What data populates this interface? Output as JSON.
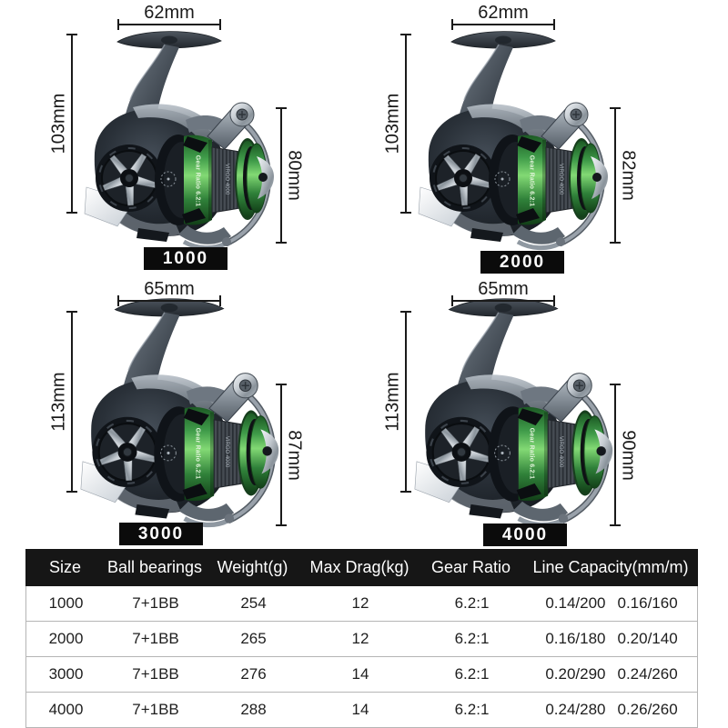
{
  "panels": [
    {
      "size": "1000",
      "foot_width": "62mm",
      "body_height": "103mm",
      "spool_height": "80mm"
    },
    {
      "size": "2000",
      "foot_width": "62mm",
      "body_height": "103mm",
      "spool_height": "82mm"
    },
    {
      "size": "3000",
      "foot_width": "65mm",
      "body_height": "113mm",
      "spool_height": "87mm"
    },
    {
      "size": "4000",
      "foot_width": "65mm",
      "body_height": "113mm",
      "spool_height": "90mm"
    }
  ],
  "reel": {
    "spool_text_primary": "Gear Ratio 6.2:1",
    "spool_text_secondary": "VIRGO 4000",
    "spool_color": "#3f9b49",
    "body_color": "#262c33",
    "frame_silver": "#aab2b9",
    "dimension_line_color": "#1a1a1a"
  },
  "table": {
    "columns": [
      "Size",
      "Ball bearings",
      "Weight(g)",
      "Max Drag(kg)",
      "Gear Ratio",
      "Line Capacity(mm/m)"
    ],
    "rows": [
      {
        "size": "1000",
        "bearings": "7+1BB",
        "weight": "254",
        "drag": "12",
        "ratio": "6.2:1",
        "capacity_a": "0.14/200",
        "capacity_b": "0.16/160"
      },
      {
        "size": "2000",
        "bearings": "7+1BB",
        "weight": "265",
        "drag": "12",
        "ratio": "6.2:1",
        "capacity_a": "0.16/180",
        "capacity_b": "0.20/140"
      },
      {
        "size": "3000",
        "bearings": "7+1BB",
        "weight": "276",
        "drag": "14",
        "ratio": "6.2:1",
        "capacity_a": "0.20/290",
        "capacity_b": "0.24/260"
      },
      {
        "size": "4000",
        "bearings": "7+1BB",
        "weight": "288",
        "drag": "14",
        "ratio": "6.2:1",
        "capacity_a": "0.24/280",
        "capacity_b": "0.26/260"
      }
    ],
    "header_bg": "#161616",
    "row_line_color": "#b5b5b5"
  }
}
